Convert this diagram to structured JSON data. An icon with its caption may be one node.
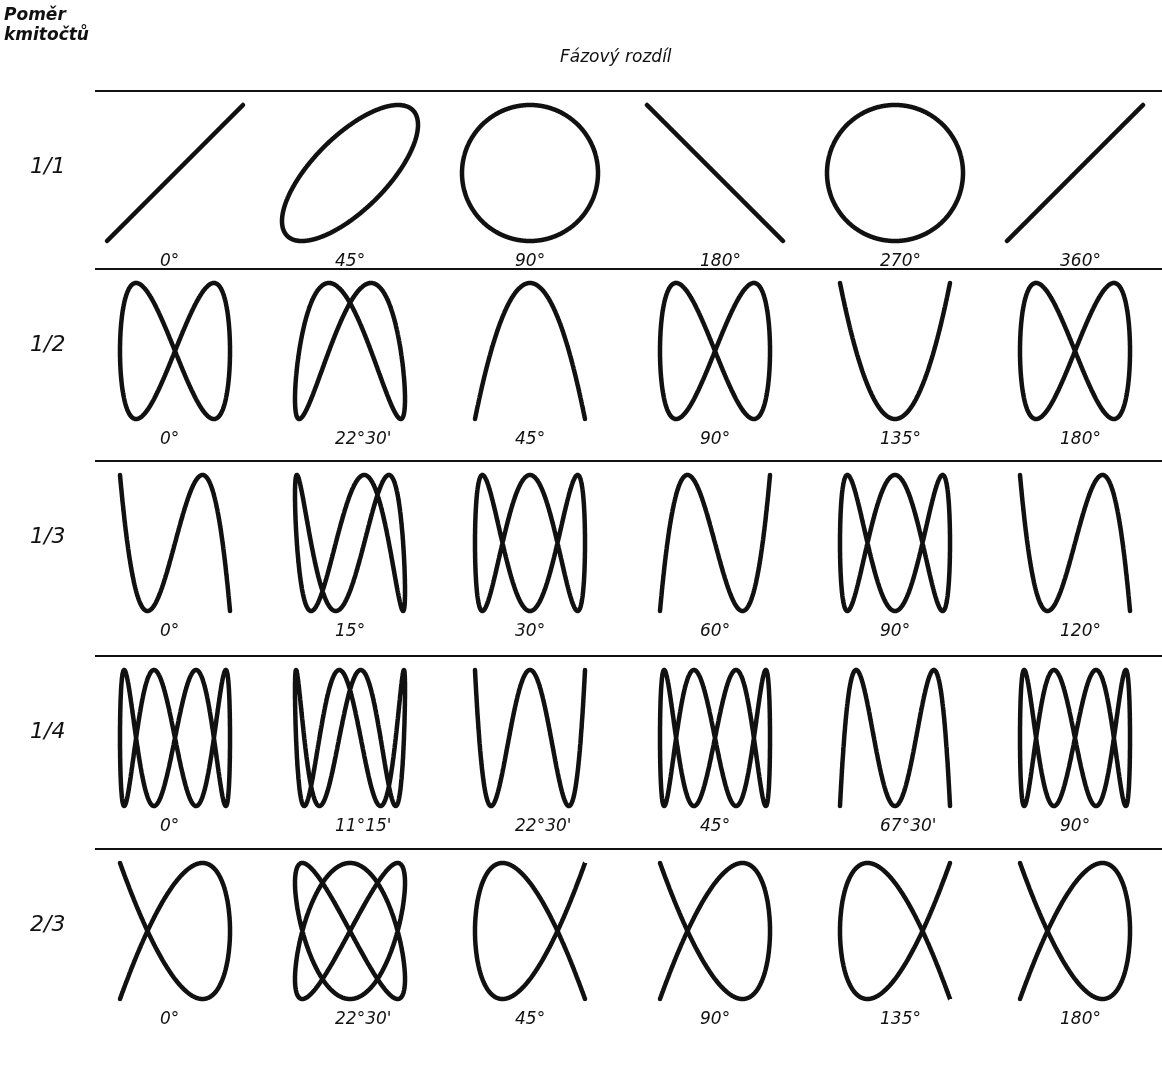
{
  "diagram": {
    "labels": [
      "Poměr kmitočtů",
      "Fázový rozdíl",
      "1/1",
      "0°",
      "45°",
      "90°",
      "180°",
      "270°",
      "360°",
      "1/2",
      "0°",
      "22°30'",
      "45°",
      "90°",
      "135°",
      "180°",
      "1/3",
      "0°",
      "15°",
      "30°",
      "60°",
      "90°",
      "120°",
      "1/4",
      "0°",
      "11°15'",
      "22°30'",
      "45°",
      "67°30'",
      "90°",
      "2/3",
      "0°",
      "22°30'",
      "45°",
      "90°",
      "135°",
      "180°"
    ]
  }
}
